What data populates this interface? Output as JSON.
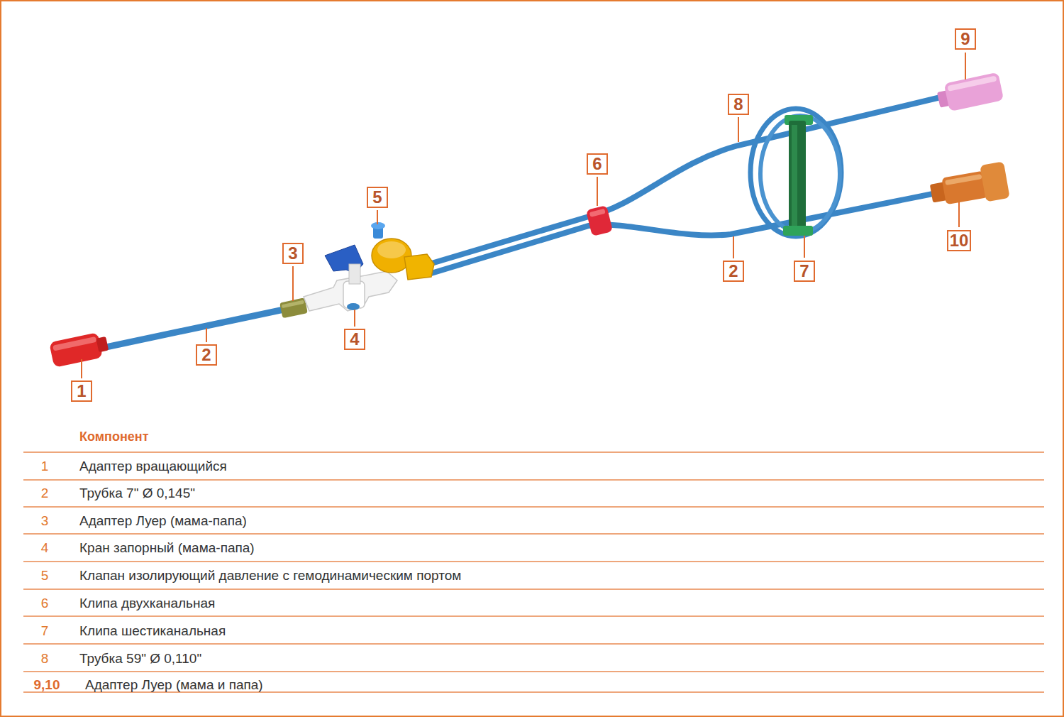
{
  "diagram": {
    "labels": [
      "9",
      "8",
      "6",
      "5",
      "3",
      "10",
      "2",
      "7",
      "4",
      "2",
      "1",
      "Компонент",
      "1",
      "Адаптер вращающийся",
      "2",
      "Трубка 7\" Ø 0,145\"",
      "3",
      "Адаптер Луер (мама-папа)",
      "4",
      "Кран запорный (мама-папа)",
      "5",
      "Клапан изолирующий давление с гемодинамическим портом",
      "6",
      "Клипа двухканальная",
      "7",
      "Клипа шестиканальная",
      "8",
      "Трубка 59\" Ø 0,110\"",
      "9,10",
      "Адаптер Луер (мама и папа)"
    ]
  }
}
